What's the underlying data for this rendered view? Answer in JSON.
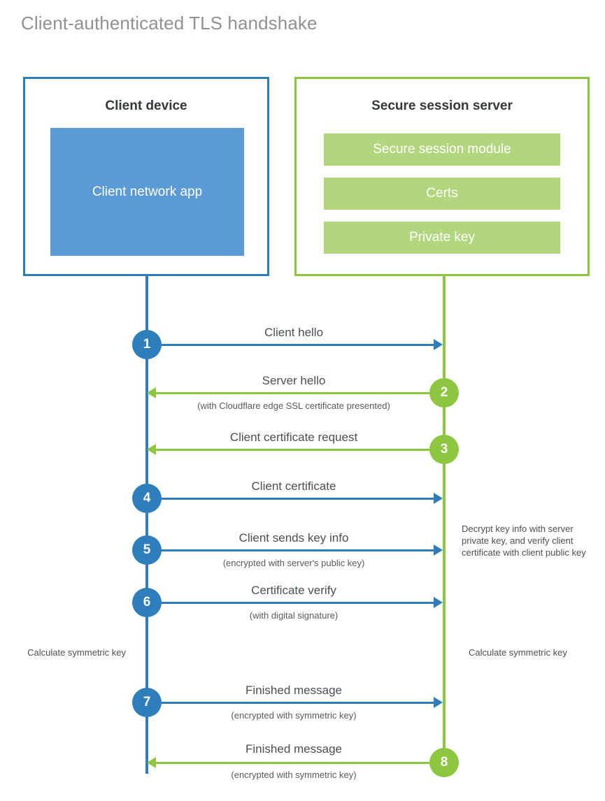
{
  "title": "Client-authenticated TLS handshake",
  "colors": {
    "blue": "#2d7ebb",
    "blue_fill": "#5b9bd5",
    "green": "#8dc63f",
    "green_fill": "#b2d67d",
    "title_gray": "#8f9194",
    "text_gray": "#4a4f54"
  },
  "client": {
    "title": "Client device",
    "app_label": "Client network app"
  },
  "server": {
    "title": "Secure session server",
    "bars": [
      {
        "label": "Secure session module"
      },
      {
        "label": "Certs"
      },
      {
        "label": "Private key"
      }
    ]
  },
  "steps": [
    {
      "number": "1",
      "label": "Client hello",
      "sublabel": "",
      "direction": "client-to-server",
      "color": "blue"
    },
    {
      "number": "2",
      "label": "Server hello",
      "sublabel": "(with Cloudflare edge SSL certificate presented)",
      "direction": "server-to-client",
      "color": "green"
    },
    {
      "number": "3",
      "label": "Client certificate request",
      "sublabel": "",
      "direction": "server-to-client",
      "color": "green"
    },
    {
      "number": "4",
      "label": "Client certificate",
      "sublabel": "",
      "direction": "client-to-server",
      "color": "blue"
    },
    {
      "number": "5",
      "label": "Client sends key info",
      "sublabel": "(encrypted with server's public key)",
      "direction": "client-to-server",
      "color": "blue"
    },
    {
      "number": "6",
      "label": "Certificate verify",
      "sublabel": "(with digital signature)",
      "direction": "client-to-server",
      "color": "blue"
    },
    {
      "number": "7",
      "label": "Finished message",
      "sublabel": "(encrypted with symmetric key)",
      "direction": "client-to-server",
      "color": "blue"
    },
    {
      "number": "8",
      "label": "Finished message",
      "sublabel": "(encrypted with symmetric key)",
      "direction": "server-to-client",
      "color": "green"
    }
  ],
  "notes": {
    "server_decrypt": "Decrypt key info with server private key, and verify client certificate with client public key",
    "client_calculate": "Calculate symmetric key",
    "server_calculate": "Calculate symmetric key"
  }
}
